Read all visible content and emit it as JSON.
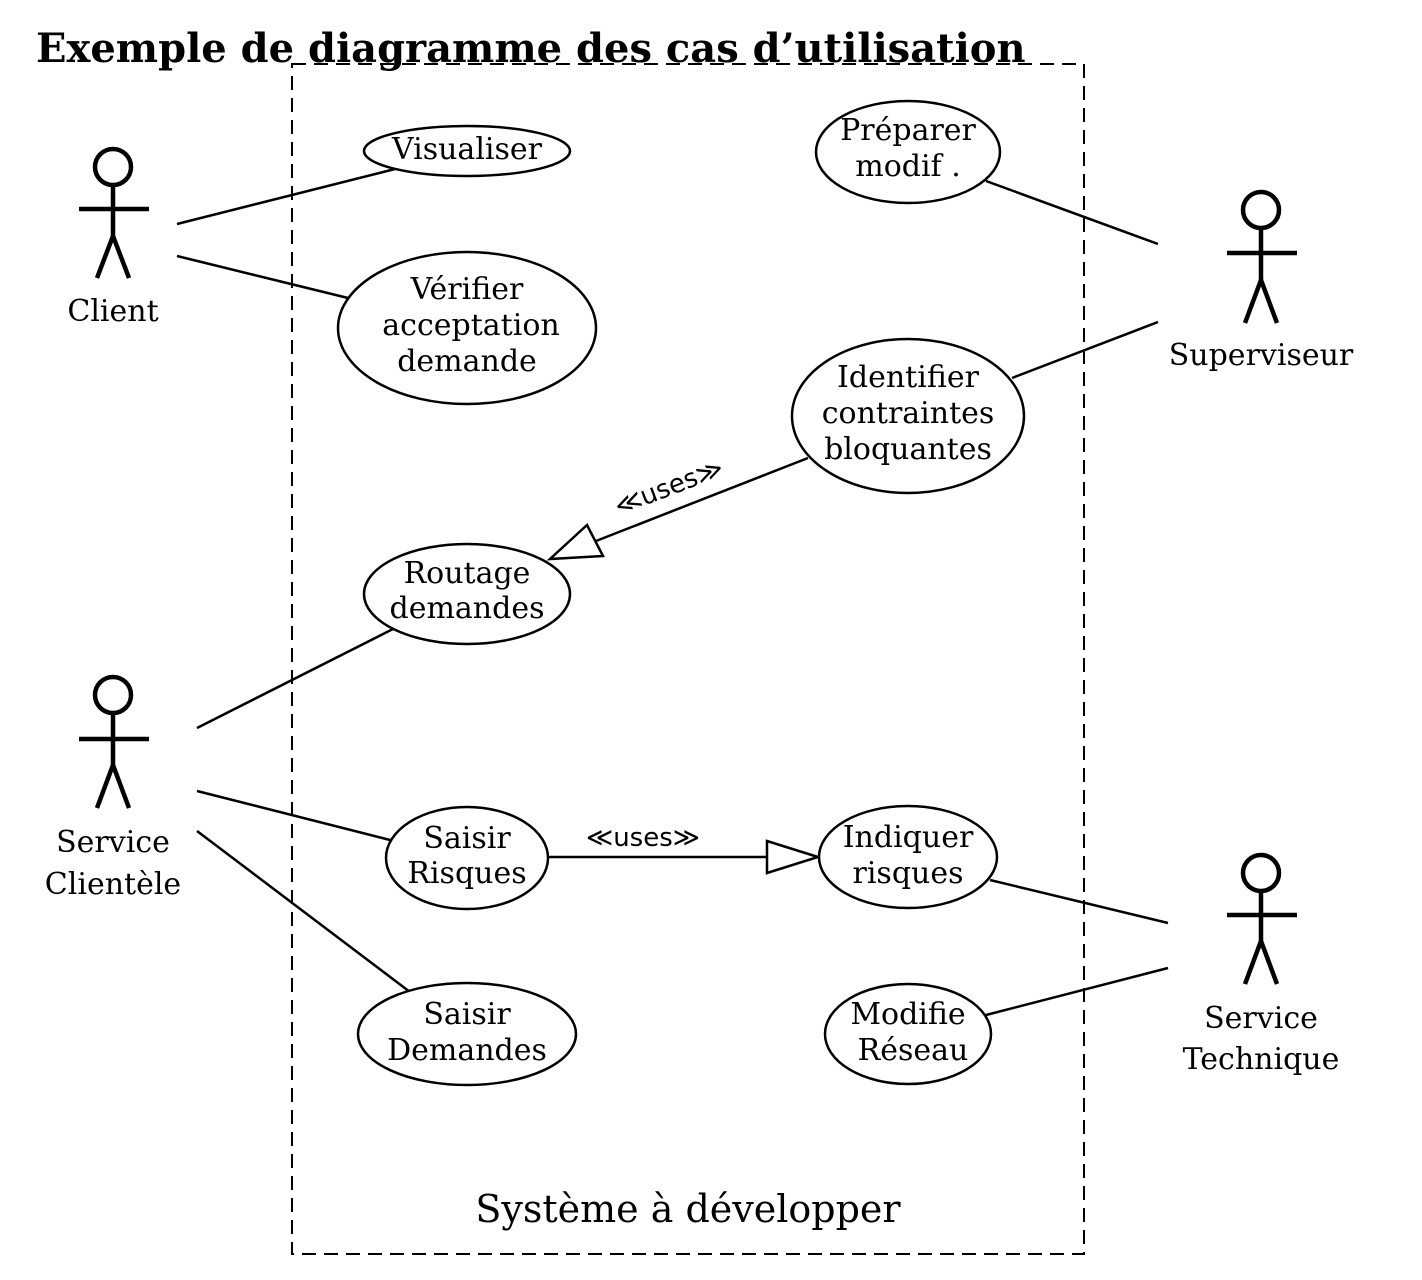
{
  "title": "Exemple de diagramme des cas d’utilisation",
  "system_label": "Système à développer",
  "actors": {
    "client": [
      "Client"
    ],
    "superviseur": [
      "Superviseur"
    ],
    "service_clientele": [
      "Service",
      "Clientèle"
    ],
    "service_technique": [
      "Service",
      "Technique"
    ]
  },
  "use_cases": {
    "visualiser": [
      "Visualiser"
    ],
    "verifier": [
      "Vérifier",
      "acceptation",
      "demande"
    ],
    "preparer": [
      "Préparer",
      "modif ."
    ],
    "identifier": [
      "Identifier",
      "contraintes",
      "bloquantes"
    ],
    "routage": [
      "Routage",
      "demandes"
    ],
    "saisir_risques": [
      "Saisir",
      "Risques"
    ],
    "indiquer": [
      "Indiquer",
      "risques"
    ],
    "saisir_demandes": [
      "Saisir",
      "Demandes"
    ],
    "modifie": [
      "Modifie",
      "Réseau"
    ]
  },
  "relations": {
    "uses_label": "≪uses≫"
  }
}
